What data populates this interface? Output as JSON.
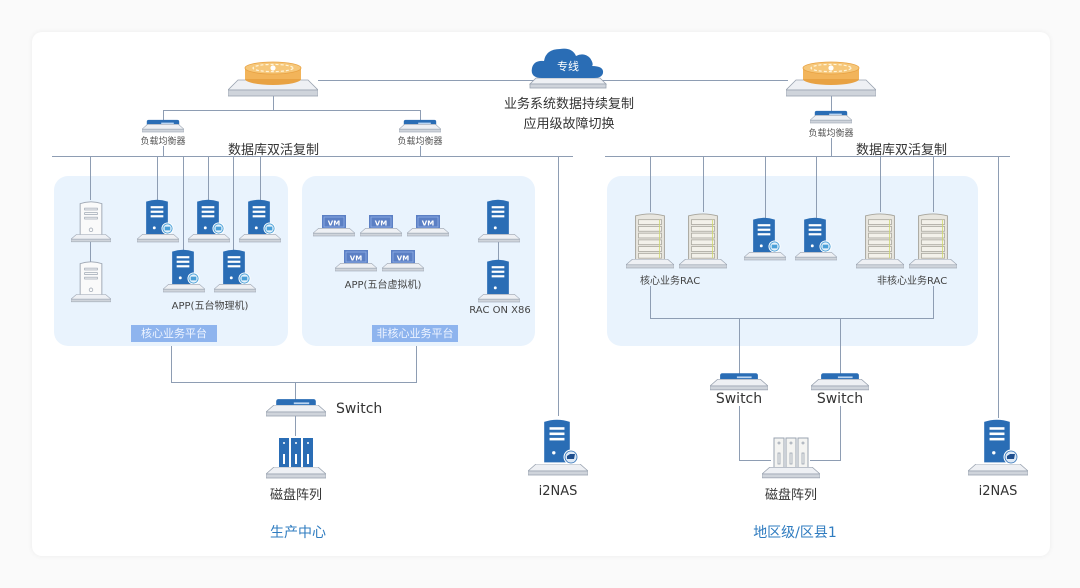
{
  "diagram": {
    "cloud_label": "专线",
    "center_caption_line1": "业务系统数据持续复制",
    "center_caption_line2": "应用级故障切换",
    "load_balancer_label": "负载均衡器",
    "db_active_active_label": "数据库双活复制",
    "switch_label": "Switch",
    "disk_array_label": "磁盘阵列",
    "i2nas_label": "i2NAS",
    "colors": {
      "accent_blue": "#2a6db5",
      "zone_fill": "#e9f3fd",
      "tag_fill": "#8eb4ee",
      "site_title": "#2f7cc0",
      "firewall_orange": "#f2b45a",
      "line": "#8e9db3"
    },
    "left_site": {
      "title": "生产中心",
      "core_platform": {
        "tag": "核心业务平台",
        "app_caption": "APP(五台物理机)"
      },
      "noncore_platform": {
        "tag": "非核心业务平台",
        "vm_label": "VM",
        "app_caption": "APP(五台虚拟机)",
        "rac_caption": "RAC ON X86"
      }
    },
    "right_site": {
      "title": "地区级/区县1",
      "core_rac_caption": "核心业务RAC",
      "noncore_rac_caption": "非核心业务RAC"
    }
  }
}
